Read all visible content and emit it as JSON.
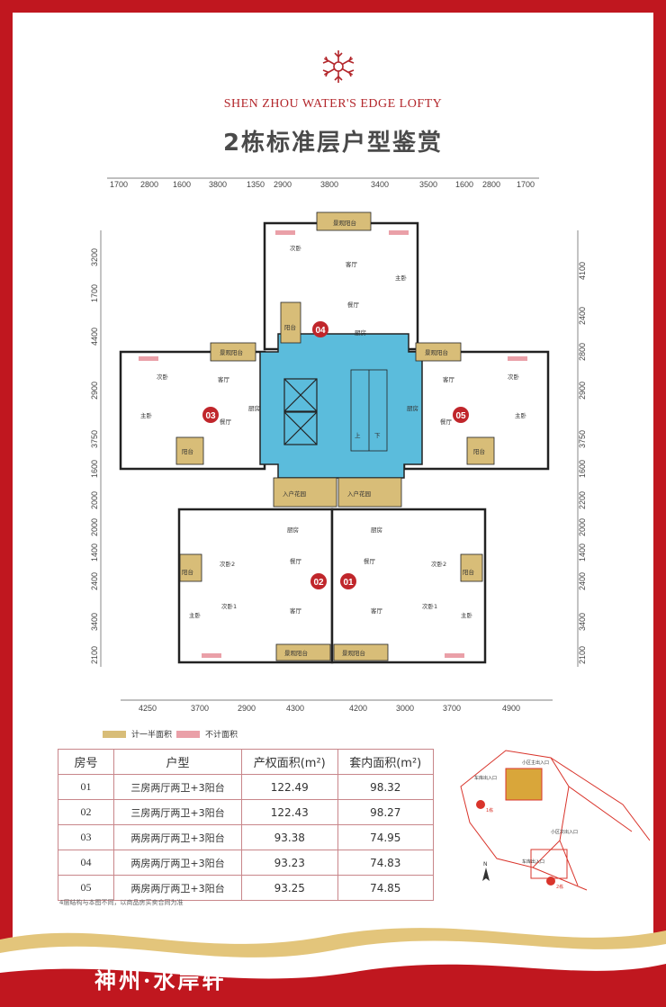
{
  "header": {
    "brand_en": "SHEN ZHOU WATER'S EDGE LOFTY",
    "title": "2栋标准层户型鉴赏"
  },
  "plan": {
    "top_dims": [
      "1700",
      "2800",
      "1600",
      "3800",
      "1350",
      "2900",
      "3800",
      "3400",
      "3500",
      "1600",
      "2800",
      "1700"
    ],
    "bottom_dims": [
      "4250",
      "3700",
      "2900",
      "4300",
      "4200",
      "3000",
      "3700",
      "4900"
    ],
    "left_dims": [
      "3200",
      "1700",
      "4400",
      "2900",
      "3750",
      "1600",
      "2000",
      "2000",
      "1400",
      "2400",
      "3400",
      "2100"
    ],
    "right_dims": [
      "4100",
      "2400",
      "2800",
      "2900",
      "3750",
      "1600",
      "2200",
      "2000",
      "1400",
      "2400",
      "3400",
      "2100"
    ],
    "unit_markers": [
      "04",
      "03",
      "05",
      "02",
      "01"
    ],
    "rooms": {
      "view_balcony": "景观阳台",
      "bedroom": "次卧",
      "master": "主卧",
      "living": "客厅",
      "dining": "餐厅",
      "kitchen": "厨房",
      "balcony": "阳台",
      "garden": "入户花园",
      "bedroom1": "次卧1",
      "bedroom2": "次卧2",
      "up": "上",
      "down": "下"
    }
  },
  "legend": {
    "half_area_label": "计一半面积",
    "half_area_color": "#d8bd78",
    "no_area_label": "不计面积",
    "no_area_color": "#eaa0a8"
  },
  "table": {
    "headers": [
      "房号",
      "户型",
      "产权面积(m²)",
      "套内面积(m²)"
    ],
    "rows": [
      [
        "01",
        "三房两厅两卫+3阳台",
        "122.49",
        "98.32"
      ],
      [
        "02",
        "三房两厅两卫+3阳台",
        "122.43",
        "98.27"
      ],
      [
        "03",
        "两房两厅两卫+3阳台",
        "93.38",
        "74.95"
      ],
      [
        "04",
        "两房两厅两卫+3阳台",
        "93.23",
        "74.83"
      ],
      [
        "05",
        "两房两厅两卫+3阳台",
        "93.25",
        "74.85"
      ]
    ]
  },
  "sitemap": {
    "labels": [
      "小区主出入口",
      "车库出入口",
      "小区次出入口",
      "车库出入口",
      "1栋",
      "2栋"
    ]
  },
  "note": "4层结构与本图不同，以商品房买卖合同为准",
  "footer": {
    "project_name": "神州·水岸轩"
  },
  "colors": {
    "frame": "#c0171f",
    "core": "#5bbcdc",
    "brand": "#b3262b",
    "marker": "#c0262b"
  }
}
